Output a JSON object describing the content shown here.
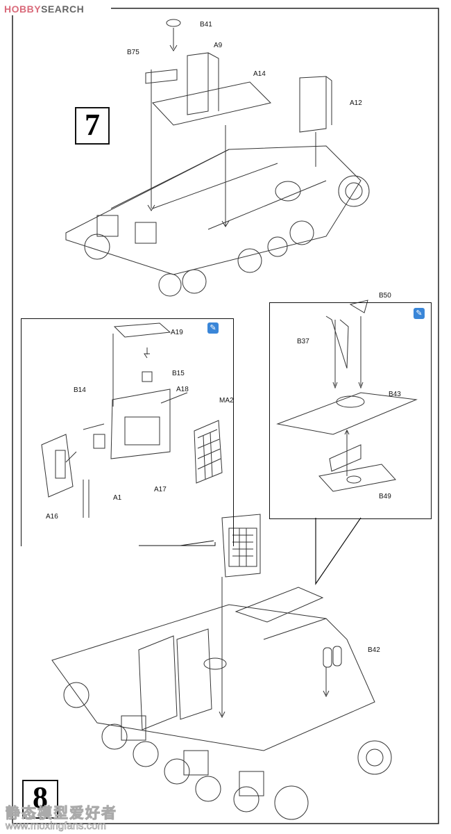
{
  "watermark": {
    "logo_brand": "HOBBY",
    "logo_rest": "SEARCH",
    "site_cn": "静态模型爱好者",
    "site_url": "www.moxingfans.com"
  },
  "steps": {
    "step7": "7",
    "step8": "8"
  },
  "step7_parts": {
    "b41": "B41",
    "b75": "B75",
    "a9": "A9",
    "a14": "A14",
    "a12": "A12"
  },
  "left_inset": {
    "a19": "A19",
    "b15": "B15",
    "b14": "B14",
    "a18": "A18",
    "ma2": "MA2",
    "a1": "A1",
    "a16": "A16",
    "a17": "A17"
  },
  "right_inset": {
    "b50": "B50",
    "b37": "B37",
    "b43": "B43",
    "b49": "B49"
  },
  "step8_parts": {
    "b42": "B42"
  },
  "icons": {
    "tip": "paint-brush-icon",
    "accent": "#3a86d8"
  }
}
